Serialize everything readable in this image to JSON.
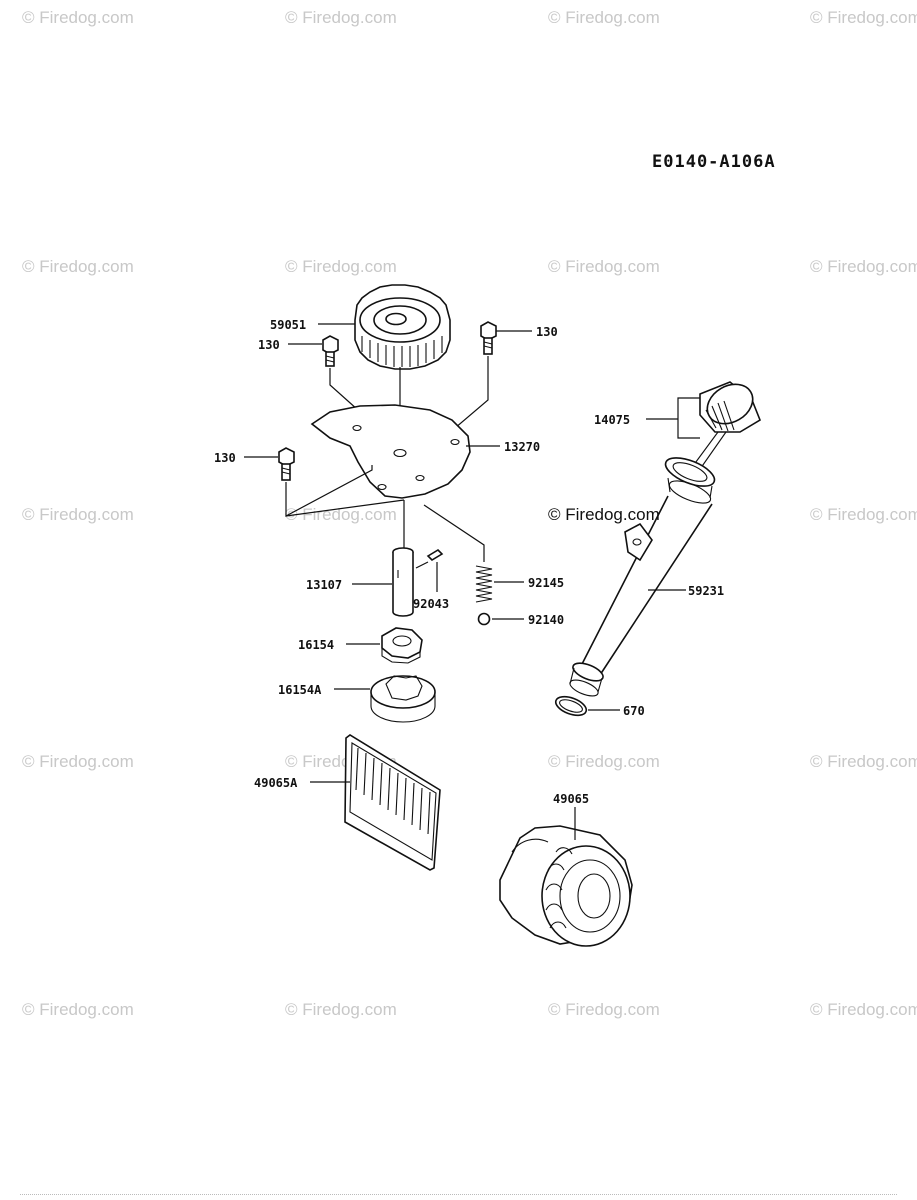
{
  "diagram_code": "E0140-A106A",
  "watermark": "© Firedog.com",
  "parts": {
    "p59051": "59051",
    "p130a": "130",
    "p130b": "130",
    "p130c": "130",
    "p13270": "13270",
    "p14075": "14075",
    "p59231": "59231",
    "p13107": "13107",
    "p92043": "92043",
    "p92145": "92145",
    "p92140": "92140",
    "p16154": "16154",
    "p16154A": "16154A",
    "p670": "670",
    "p49065A": "49065A",
    "p49065": "49065"
  }
}
